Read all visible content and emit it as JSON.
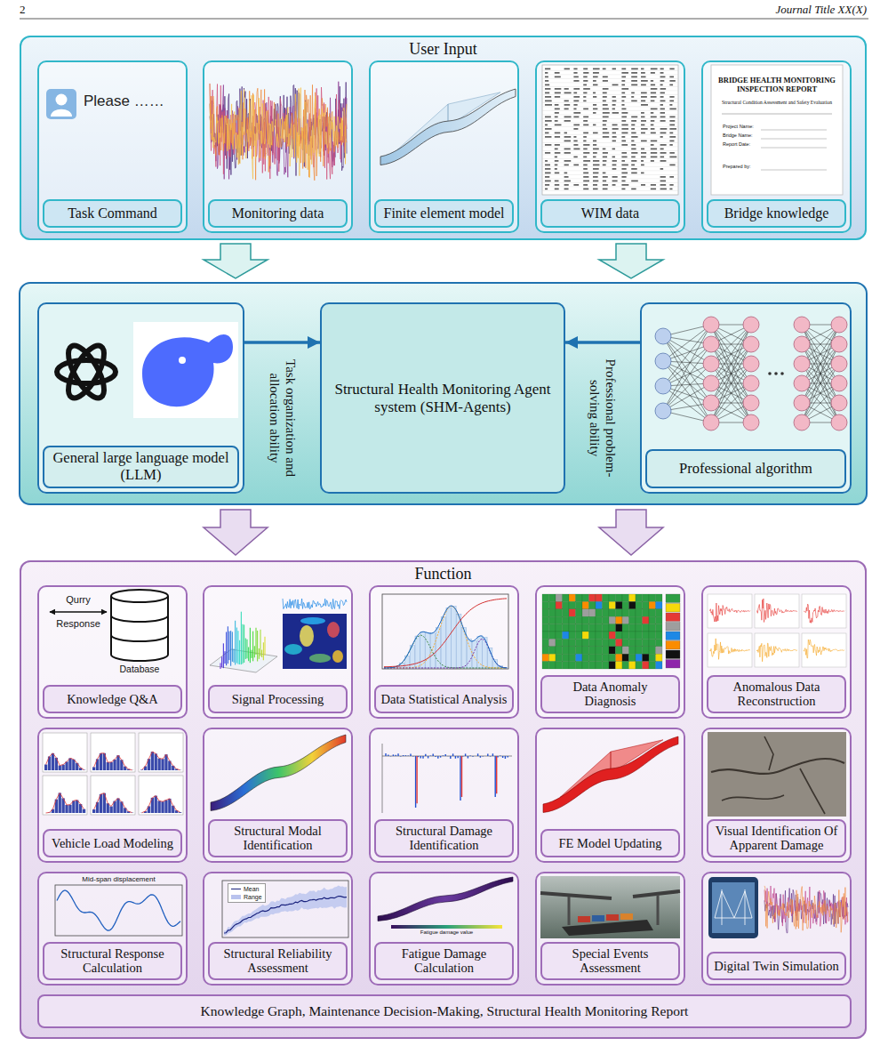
{
  "diagram": {
    "nodes": [
      {
        "text": [
          "User Input"
        ]
      },
      {
        "text": [
          "Task Command"
        ],
        "in": 0
      },
      {
        "text": [
          "Monitoring data"
        ],
        "in": 0
      },
      {
        "text": [
          "Finite element model"
        ],
        "in": 0
      },
      {
        "text": [
          "WIM data"
        ],
        "in": 0
      },
      {
        "text": [
          "Bridge knowledge"
        ],
        "in": 0
      },
      {
        "text": [
          "General large language model (LLM)"
        ]
      },
      {
        "text": [
          "Structural Health Monitoring Agent system (SHM-Agents)"
        ]
      },
      {
        "text": [
          "Professional algorithm"
        ]
      },
      {
        "text": [
          "Function"
        ]
      },
      {
        "text": [
          "Knowledge Q&A"
        ],
        "in": 9
      },
      {
        "text": [
          "Signal Processing"
        ],
        "in": 9
      },
      {
        "text": [
          "Data Statistical Analysis"
        ],
        "in": 9
      },
      {
        "text": [
          "Data Anomaly Diagnosis"
        ],
        "in": 9
      },
      {
        "text": [
          "Anomalous Data Reconstruction"
        ],
        "in": 9
      },
      {
        "text": [
          "Vehicle Load Modeling"
        ],
        "in": 9
      },
      {
        "text": [
          "Structural Modal Identification"
        ],
        "in": 9
      },
      {
        "text": [
          "Structural Damage Identification"
        ],
        "in": 9
      },
      {
        "text": [
          "FE Model Updating"
        ],
        "in": 9
      },
      {
        "text": [
          "Visual Identification Of Apparent Damage"
        ],
        "in": 9
      },
      {
        "text": [
          "Structural Response Calculation"
        ],
        "in": 9
      },
      {
        "text": [
          "Structural Reliability Assessment"
        ],
        "in": 9
      },
      {
        "text": [
          "Fatigue Damage Calculation"
        ],
        "in": 9
      },
      {
        "text": [
          "Special Events Assessment"
        ],
        "in": 9
      },
      {
        "text": [
          "Digital Twin Simulation"
        ],
        "in": 9
      },
      {
        "text": [
          "Knowledge Graph, Maintenance Decision-Making, Structural Health Monitoring Report"
        ],
        "in": 9
      }
    ],
    "edges": [
      {
        "from": 6,
        "to": 7,
        "arrow": "to",
        "label": "Task organization and allocation ability"
      },
      {
        "from": 8,
        "to": 7,
        "arrow": "to",
        "label": "Professional problem-solving ability"
      }
    ],
    "labels": [
      "2",
      "Journal Title XX(X)",
      "Please ……",
      "BRIDGE HEALTH MONITORING INSPECTION REPORT",
      "Structural Condition Assessment and Safety Evaluation",
      "Project Name:",
      "Bridge Name:",
      "Report Date:",
      "Prepared by:",
      "Qurry",
      "Response",
      "Database",
      "Mid-span displacement",
      "Fatigue damage value"
    ],
    "legend": [
      {
        "text": "Mean"
      },
      {
        "text": "Range",
        "color": "#b9c3ee"
      }
    ]
  }
}
